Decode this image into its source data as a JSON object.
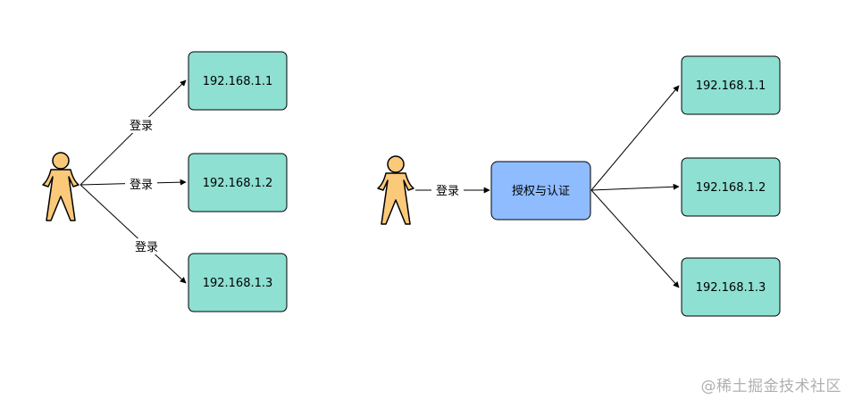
{
  "left_diagram": {
    "servers": [
      {
        "label": "192.168.1.1"
      },
      {
        "label": "192.168.1.2"
      },
      {
        "label": "192.168.1.3"
      }
    ],
    "edges": [
      {
        "label": "登录"
      },
      {
        "label": "登录"
      },
      {
        "label": "登录"
      }
    ]
  },
  "right_diagram": {
    "edge_label": "登录",
    "auth_box": {
      "label": "授权与认证",
      "color": "#8fbcff"
    },
    "servers": [
      {
        "label": "192.168.1.1"
      },
      {
        "label": "192.168.1.2"
      },
      {
        "label": "192.168.1.3"
      }
    ]
  },
  "colors": {
    "server_fill": "#8de0d2",
    "person_fill": "#fbc97a",
    "auth_fill": "#8fbcff"
  },
  "icons": {
    "person": "person-icon"
  },
  "watermark": "@稀土掘金技术社区"
}
